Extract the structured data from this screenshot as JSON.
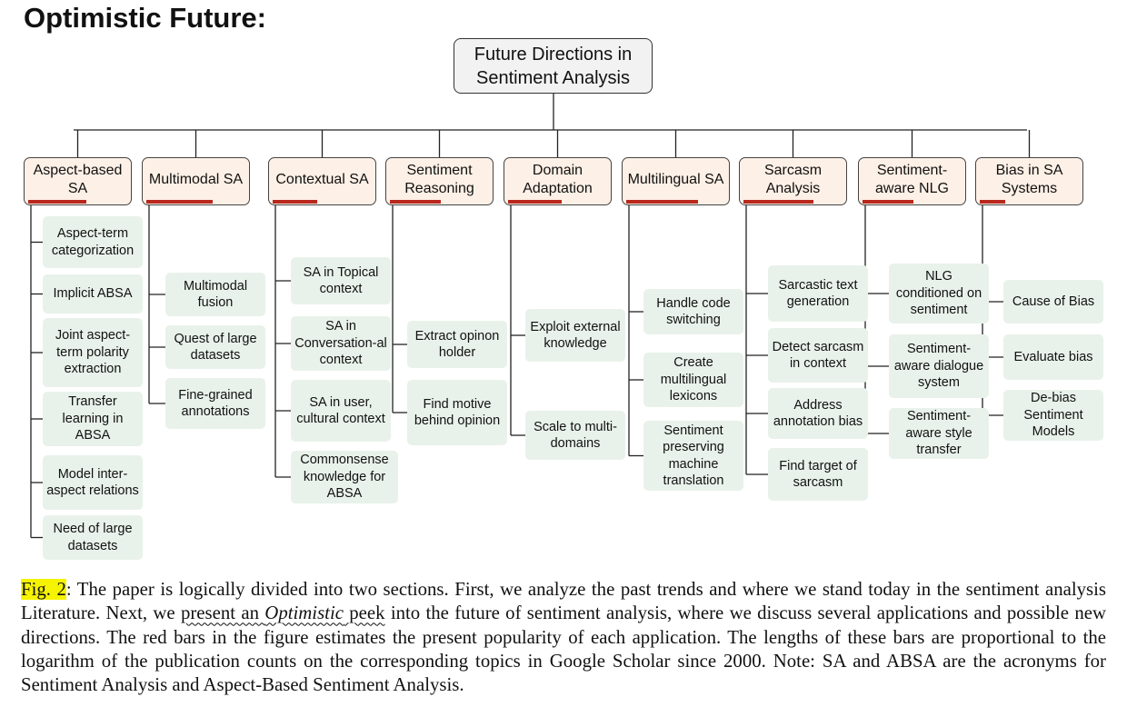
{
  "heading": "Optimistic Future:",
  "root": "Future Directions in Sentiment Analysis",
  "categories": [
    {
      "label": "Aspect-based SA",
      "popularity": 0.58,
      "leaves": [
        "Aspect-term categorization",
        "Implicit ABSA",
        "Joint aspect-term polarity extraction",
        "Transfer learning in ABSA",
        "Model inter-aspect relations",
        "Need of large datasets"
      ]
    },
    {
      "label": "Multimodal SA",
      "popularity": 0.66,
      "leaves": [
        "Multimodal fusion",
        "Quest of large datasets",
        "Fine-grained annotations"
      ]
    },
    {
      "label": "Contextual SA",
      "popularity": 0.44,
      "leaves": [
        "SA in Topical context",
        "SA in Conversation-al context",
        "SA in user, cultural context",
        "Commonsense knowledge for ABSA"
      ]
    },
    {
      "label": "Sentiment Reasoning",
      "popularity": 0.5,
      "leaves": [
        "Extract opinon holder",
        "Find motive behind opinion"
      ]
    },
    {
      "label": "Domain Adaptation",
      "popularity": 0.53,
      "leaves": [
        "Exploit external knowledge",
        "Scale to multi-domains"
      ]
    },
    {
      "label": "Multilingual SA",
      "popularity": 0.71,
      "leaves": [
        "Handle code switching",
        "Create multilingual lexicons",
        "Sentiment preserving machine translation"
      ]
    },
    {
      "label": "Sarcasm Analysis",
      "popularity": 0.69,
      "leaves": [
        "Sarcastic text generation",
        "Detect sarcasm in context",
        "Address annotation bias",
        "Find target of sarcasm"
      ]
    },
    {
      "label": "Sentiment-aware NLG",
      "popularity": 0.5,
      "leaves": [
        "NLG conditioned on sentiment",
        "Sentiment-aware dialogue system",
        "Sentiment-aware style transfer"
      ]
    },
    {
      "label": "Bias in SA Systems",
      "popularity": 0.25,
      "leaves": [
        "Cause of Bias",
        "Evaluate bias",
        "De-bias Sentiment Models"
      ]
    }
  ],
  "caption": {
    "fig_label": "Fig. 2",
    "part1": ": The paper is logically divided into two sections. First, we analyze the past trends and where we stand today in the sentiment analysis Literature. Next, we ",
    "underlined_1": "present an ",
    "emphasis": "Optimistic",
    "underlined_2": " peek",
    "part2": " into the future of sentiment analysis, where we discuss several applications and possible new directions. The red bars in the figure estimates the present popularity of each application. The lengths of these bars are proportional to the logarithm of the publication counts on the corresponding topics in Google Scholar since 2000. Note: SA and ABSA are the acronyms for Sentiment Analysis and Aspect-Based Sentiment Analysis."
  }
}
